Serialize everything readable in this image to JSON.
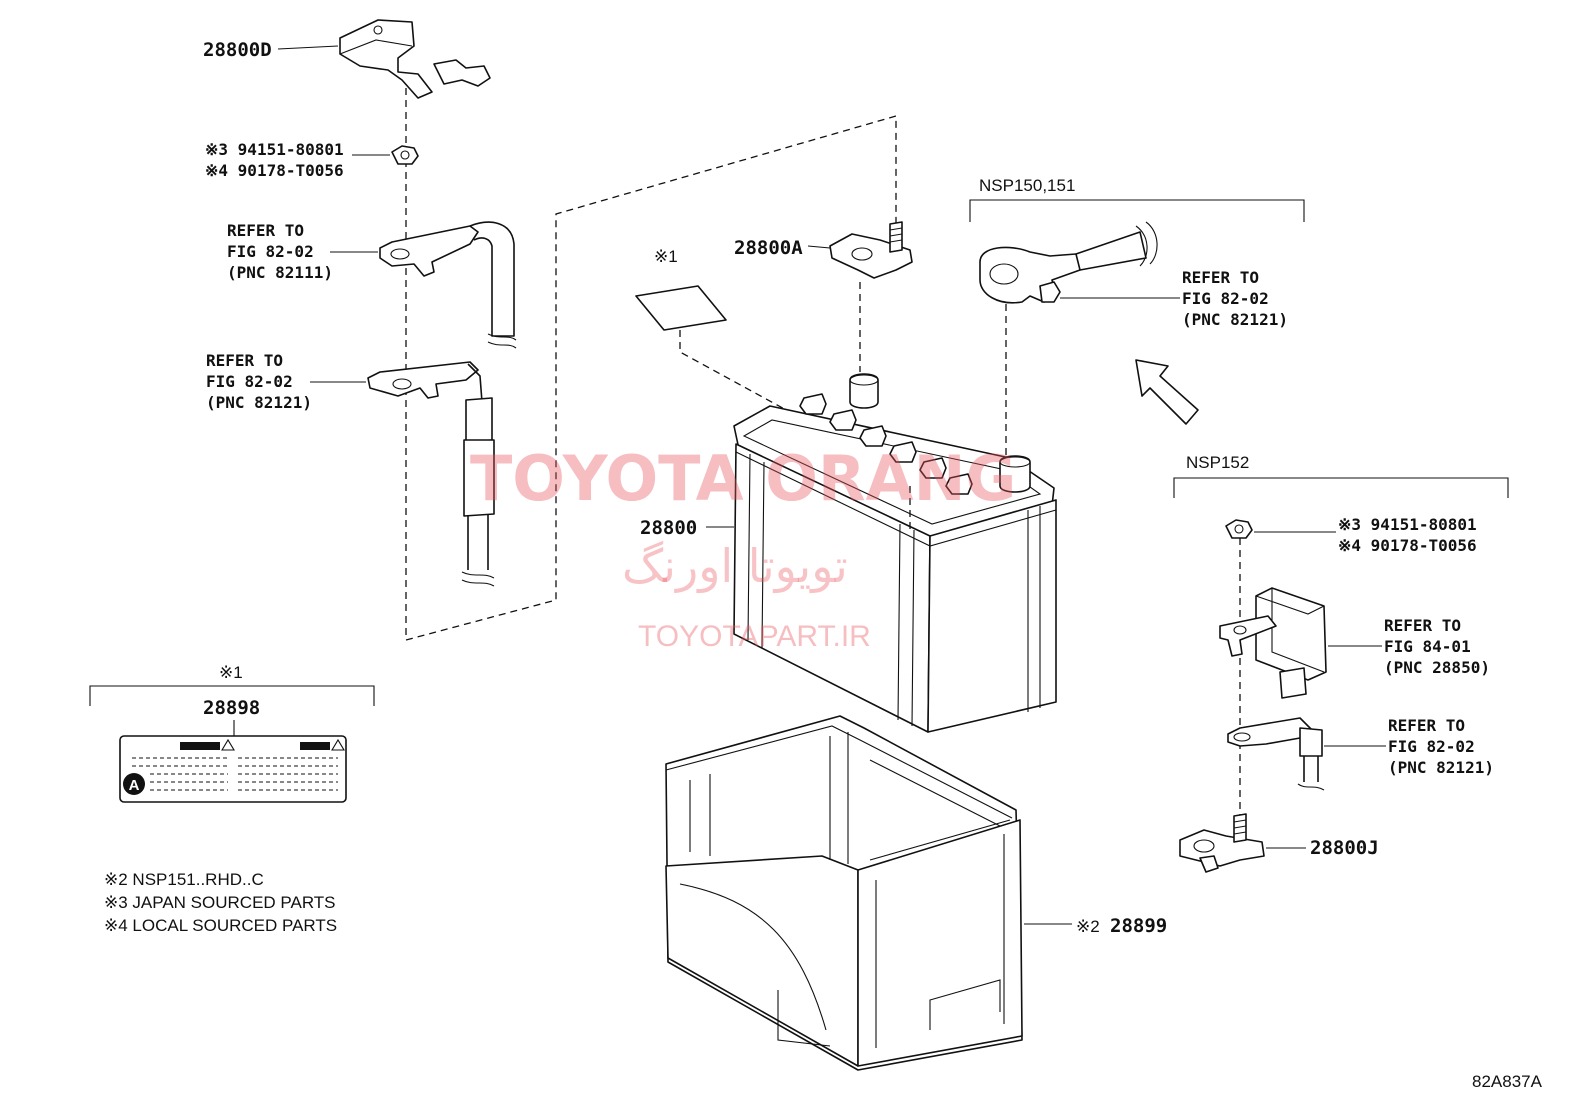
{
  "diagram_id": "82A837A",
  "parts": {
    "cover_28800D": "28800D",
    "terminal_28800A": "28800A",
    "battery_28800": "28800",
    "label_28898": "28898",
    "tray_28899": "28899",
    "tray_mark": "※2",
    "terminal_28800J": "28800J"
  },
  "nut_left": {
    "line1": "※3 94151-80801",
    "line2": "※4 90178-T0056"
  },
  "nut_right": {
    "line1": "※3 94151-80801",
    "line2": "※4 90178-T0056"
  },
  "refs": {
    "left_82111": {
      "l1": "REFER TO",
      "l2": "FIG 82-02",
      "l3": "(PNC 82111)"
    },
    "left_82121": {
      "l1": "REFER TO",
      "l2": "FIG 82-02",
      "l3": "(PNC 82121)"
    },
    "top_right_82121": {
      "l1": "REFER TO",
      "l2": "FIG 82-02",
      "l3": "(PNC 82121)"
    },
    "right_28850": {
      "l1": "REFER TO",
      "l2": "FIG 84-01",
      "l3": "(PNC 28850)"
    },
    "right_82121": {
      "l1": "REFER TO",
      "l2": "FIG 82-02",
      "l3": "(PNC 82121)"
    }
  },
  "groups": {
    "nsp150": "NSP150,151",
    "nsp152": "NSP152",
    "label_group": "※1",
    "label_mark": "※1"
  },
  "label_sticker": {
    "badge": "A"
  },
  "notes": [
    "※2 NSP151..RHD..C",
    "※3 JAPAN SOURCED PARTS",
    "※4 LOCAL SOURCED PARTS"
  ],
  "watermark": {
    "line1": "TOYOTA ORANG",
    "line2": "تویوتا اورنگ",
    "line3": "TOYOTAPART.IR"
  }
}
